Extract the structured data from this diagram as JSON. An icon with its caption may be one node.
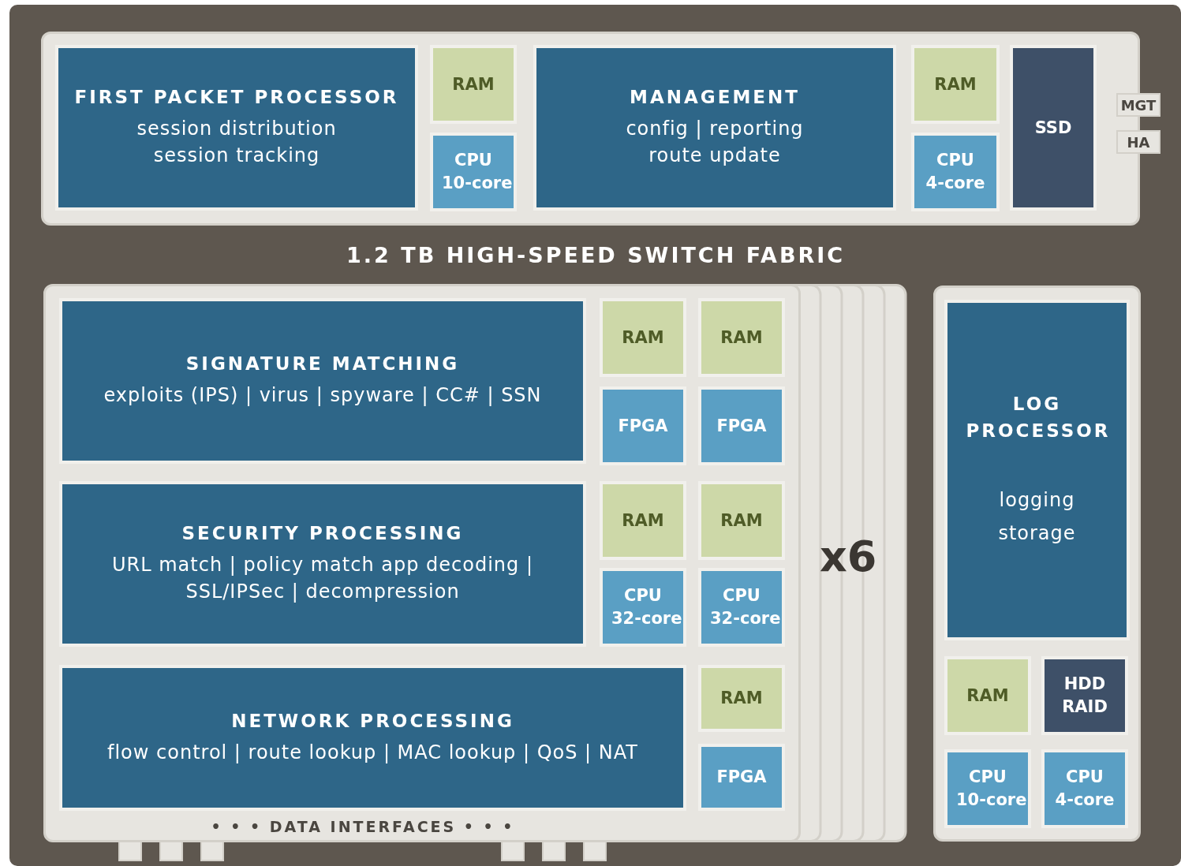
{
  "diagram": {
    "nodes": [
      {
        "text": [],
        "shape": "box"
      },
      {
        "text": [
          "FIRST PACKET PROCESSOR",
          "session distribution session tracking"
        ],
        "in": 0
      },
      {
        "text": [
          "RAM"
        ],
        "in": 0
      },
      {
        "text": [
          "CPU 10-core"
        ],
        "in": 0
      },
      {
        "text": [
          "MANAGEMENT",
          "config | reporting route update"
        ],
        "in": 0
      },
      {
        "text": [
          "RAM"
        ],
        "in": 0
      },
      {
        "text": [
          "CPU 4-core"
        ],
        "in": 0
      },
      {
        "text": [
          "SSD"
        ],
        "in": 0
      },
      {
        "text": [
          "MGT"
        ]
      },
      {
        "text": [
          "HA"
        ]
      },
      {
        "text": [],
        "shape": "box"
      },
      {
        "text": [
          "SIGNATURE MATCHING",
          "exploits (IPS) | virus | spyware | CC# | SSN"
        ],
        "in": 10
      },
      {
        "text": [
          "RAM"
        ],
        "in": 10
      },
      {
        "text": [
          "RAM"
        ],
        "in": 10
      },
      {
        "text": [
          "FPGA"
        ],
        "in": 10
      },
      {
        "text": [
          "FPGA"
        ],
        "in": 10
      },
      {
        "text": [
          "SECURITY PROCESSING",
          "URL match | policy match app decoding | SSL/IPSec | decompression"
        ],
        "in": 10
      },
      {
        "text": [
          "RAM"
        ],
        "in": 10
      },
      {
        "text": [
          "RAM"
        ],
        "in": 10
      },
      {
        "text": [
          "CPU 32-core"
        ],
        "in": 10
      },
      {
        "text": [
          "CPU 32-core"
        ],
        "in": 10
      },
      {
        "text": [
          "NETWORK PROCESSING",
          "flow control | route lookup | MAC lookup | QoS | NAT"
        ],
        "in": 10
      },
      {
        "text": [
          "RAM"
        ],
        "in": 10
      },
      {
        "text": [
          "FPGA"
        ],
        "in": 10
      },
      {
        "text": [],
        "shape": "box"
      },
      {
        "text": [
          "LOG PROCESSOR",
          "logging storage"
        ],
        "in": 24
      },
      {
        "text": [
          "RAM"
        ],
        "in": 24
      },
      {
        "text": [
          "HDD RAID"
        ],
        "in": 24
      },
      {
        "text": [
          "CPU 10-core"
        ],
        "in": 24
      },
      {
        "text": [
          "CPU 4-core"
        ],
        "in": 24
      }
    ],
    "labels": [
      "1.2 TB HIGH-SPEED SWITCH FABRIC",
      "x6",
      "• • • DATA INTERFACES • • •"
    ]
  }
}
